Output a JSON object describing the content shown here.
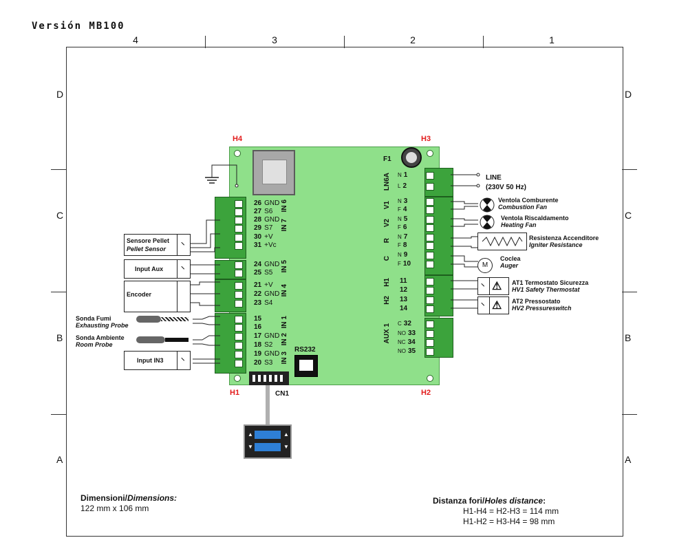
{
  "title": "Versión MB100",
  "columns": [
    "4",
    "3",
    "2",
    "1"
  ],
  "rows": [
    "D",
    "C",
    "B",
    "A"
  ],
  "holes": [
    "H4",
    "H3",
    "H1",
    "H2"
  ],
  "fuse": "F1",
  "connectors": {
    "rs232": "RS232",
    "cn1": "CN1"
  },
  "left_pins": [
    {
      "num": "26",
      "sig": "GND"
    },
    {
      "num": "27",
      "sig": "S6"
    },
    {
      "num": "28",
      "sig": "GND"
    },
    {
      "num": "29",
      "sig": "S7"
    },
    {
      "num": "30",
      "sig": "+V"
    },
    {
      "num": "31",
      "sig": "+Vc"
    },
    {
      "num": "24",
      "sig": "GND"
    },
    {
      "num": "25",
      "sig": "S5"
    },
    {
      "num": "21",
      "sig": "+V"
    },
    {
      "num": "22",
      "sig": "GND"
    },
    {
      "num": "23",
      "sig": "S4"
    },
    {
      "num": "15",
      "sig": ""
    },
    {
      "num": "16",
      "sig": ""
    },
    {
      "num": "17",
      "sig": "GND"
    },
    {
      "num": "18",
      "sig": "S2"
    },
    {
      "num": "19",
      "sig": "GND"
    },
    {
      "num": "20",
      "sig": "S3"
    }
  ],
  "left_groups": [
    "IN 6",
    "IN 7",
    "IN 5",
    "IN 4",
    "IN 1",
    "IN 2",
    "IN 3"
  ],
  "right_pins": [
    {
      "num": "1",
      "sig": "N"
    },
    {
      "num": "2",
      "sig": "L"
    },
    {
      "num": "3",
      "sig": "N"
    },
    {
      "num": "4",
      "sig": "F"
    },
    {
      "num": "5",
      "sig": "N"
    },
    {
      "num": "6",
      "sig": "F"
    },
    {
      "num": "7",
      "sig": "N"
    },
    {
      "num": "8",
      "sig": "F"
    },
    {
      "num": "9",
      "sig": "N"
    },
    {
      "num": "10",
      "sig": "F"
    },
    {
      "num": "11",
      "sig": ""
    },
    {
      "num": "12",
      "sig": ""
    },
    {
      "num": "13",
      "sig": ""
    },
    {
      "num": "14",
      "sig": ""
    },
    {
      "num": "32",
      "sig": "C"
    },
    {
      "num": "33",
      "sig": "NO"
    },
    {
      "num": "34",
      "sig": "NC"
    },
    {
      "num": "35",
      "sig": "NO"
    }
  ],
  "right_groups": [
    "LN6A",
    "V1",
    "V2",
    "R",
    "C",
    "H1",
    "H2",
    "AUX 1"
  ],
  "left_devices": [
    {
      "label": "Sensore Pellet",
      "sub": "Pellet Sensor"
    },
    {
      "label": "Input Aux",
      "sub": ""
    },
    {
      "label": "Encoder",
      "sub": ""
    },
    {
      "label": "Sonda Fumi",
      "sub": "Exhausting Probe"
    },
    {
      "label": "Sonda Ambiente",
      "sub": "Room Probe"
    },
    {
      "label": "Input IN3",
      "sub": ""
    }
  ],
  "right_devices": [
    {
      "label": "LINE",
      "sub": "(230V 50 Hz)"
    },
    {
      "label": "Ventola Comburente",
      "sub": "Combustion Fan"
    },
    {
      "label": "Ventola Riscaldamento",
      "sub": "Heating Fan"
    },
    {
      "label": "Resistenza Accenditore",
      "sub": "Igniter Resistance"
    },
    {
      "label": "Coclea",
      "sub": "Auger"
    },
    {
      "label": "AT1 Termostato Sicurezza",
      "sub": "HV1 Safety Thermostat"
    },
    {
      "label": "AT2 Pressostato",
      "sub": "HV2 Pressureswitch"
    }
  ],
  "motor_symbol": "M",
  "dimensions": {
    "label": "Dimensioni/",
    "label_it": "Dimensions:",
    "value": "122 mm x 106 mm"
  },
  "holes_distance": {
    "label": "Distanza fori/",
    "label_it": "Holes distance",
    "colon": ":",
    "line1": "H1-H4 = H2-H3 = 114 mm",
    "line2": "H1-H2 = H3-H4 = 98 mm"
  }
}
